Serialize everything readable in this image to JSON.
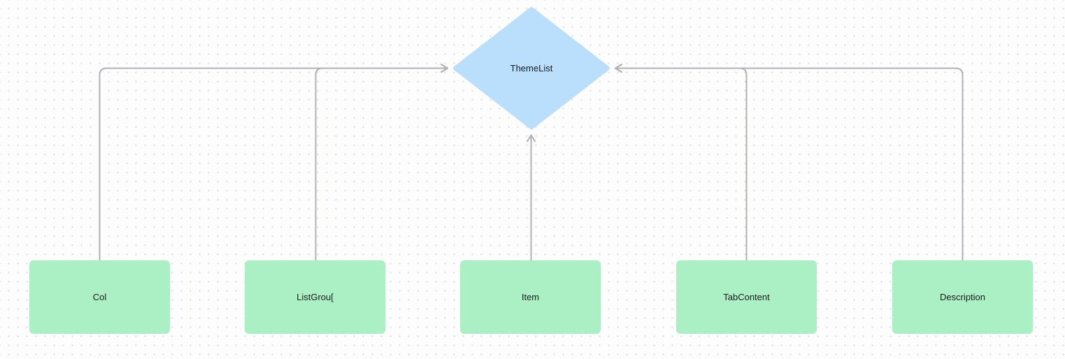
{
  "diagram": {
    "decision_node": {
      "id": "ThemeList",
      "label": "ThemeList",
      "shape": "diamond"
    },
    "nodes": [
      {
        "id": "Col",
        "label": "Col",
        "shape": "rectangle"
      },
      {
        "id": "ListGrou[",
        "label": "ListGrou[",
        "shape": "rectangle"
      },
      {
        "id": "Item",
        "label": "Item",
        "shape": "rectangle"
      },
      {
        "id": "TabContent",
        "label": "TabContent",
        "shape": "rectangle"
      },
      {
        "id": "Description",
        "label": "Description",
        "shape": "rectangle"
      }
    ],
    "edges": [
      {
        "from": "Col",
        "to": "ThemeList",
        "arrow": "into-left-vertex"
      },
      {
        "from": "ListGrou[",
        "to": "ThemeList",
        "arrow": "into-left-vertex"
      },
      {
        "from": "Item",
        "to": "ThemeList",
        "arrow": "into-bottom-vertex"
      },
      {
        "from": "TabContent",
        "to": "ThemeList",
        "arrow": "into-right-vertex"
      },
      {
        "from": "Description",
        "to": "ThemeList",
        "arrow": "into-right-vertex"
      }
    ],
    "colors": {
      "rect_node_fill": "#aaf0c4",
      "decision_node_fill": "#badffc",
      "edge_stroke": "#b1b1b7",
      "label_text": "#1a1a1a",
      "canvas_background": "#fdfdfd",
      "grid_dot": "#dcdcdc"
    }
  }
}
